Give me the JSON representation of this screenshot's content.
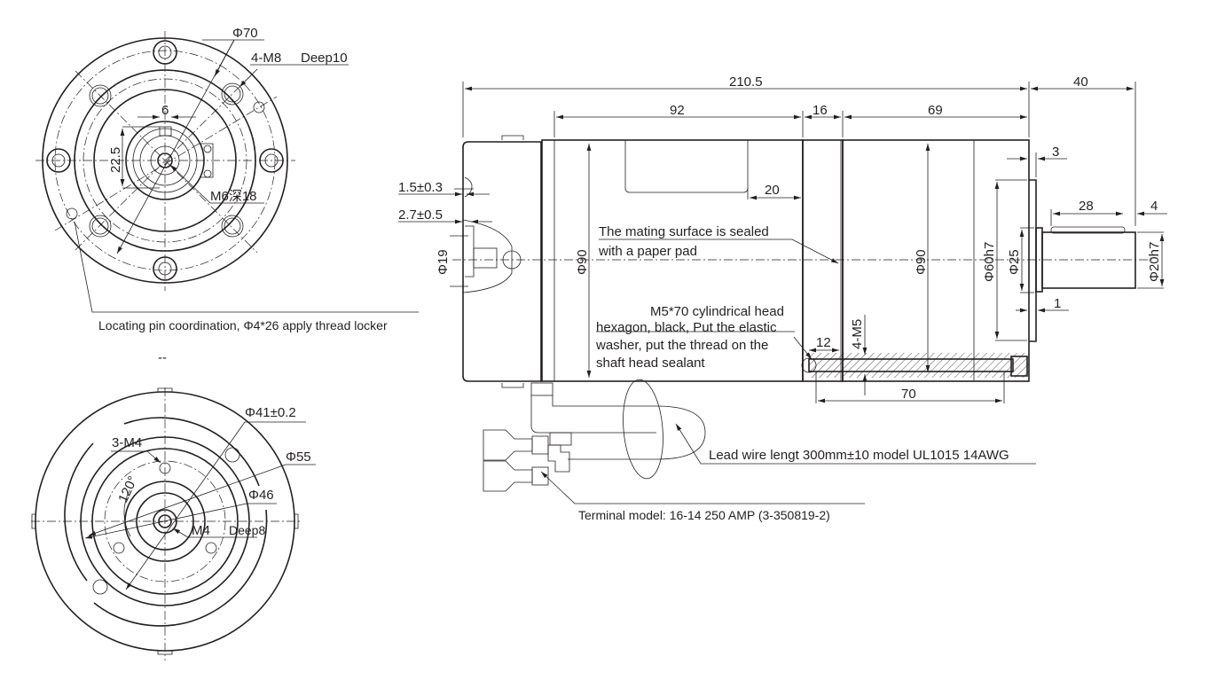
{
  "front_view": {
    "dia_70": "Φ70",
    "thread_holes": "4-M8",
    "thread_depth": "Deep10",
    "key_width": "6",
    "key_height": "22.5",
    "center_thread": "M6深18",
    "locating_pin_note": "Locating pin coordination, Φ4*26 apply thread locker"
  },
  "separator": "--",
  "rear_view": {
    "dia_41": "Φ41±0.2",
    "holes": "3-M4",
    "dia_55": "Φ55",
    "angle": "120°",
    "dia_46": "Φ46",
    "center_thread": "M4",
    "center_depth": "Deep8"
  },
  "side_view": {
    "overall_length": "210.5",
    "shaft_length": "40",
    "seg_92": "92",
    "seg_16": "16",
    "seg_69": "69",
    "flange_3": "3",
    "key_28": "28",
    "key_offset_4": "4",
    "dim_20": "20",
    "tol_1": "1.5±0.3",
    "tol_2": "2.7±0.5",
    "dia_19": "Φ19",
    "dia_90_left": "Φ90",
    "dia_90_right": "Φ90",
    "dia_60": "Φ60h7",
    "dia_25": "Φ25",
    "dia_20": "Φ20h7",
    "hub_1": "1",
    "dim_12": "12",
    "screw_thread": "4-M5",
    "screw_70": "70",
    "seal_note_1": "The mating surface is sealed",
    "seal_note_2": "with a paper pad",
    "screw_note_1": "M5*70 cylindrical head",
    "screw_note_2": "hexagon, black, Put the elastic",
    "screw_note_3": "washer, put the thread on the",
    "screw_note_4": "shaft head sealant",
    "lead_note": "Lead wire lengt 300mm±10 model UL1015 14AWG",
    "terminal_note": "Terminal model: 16-14 250 AMP (3-350819-2)"
  }
}
